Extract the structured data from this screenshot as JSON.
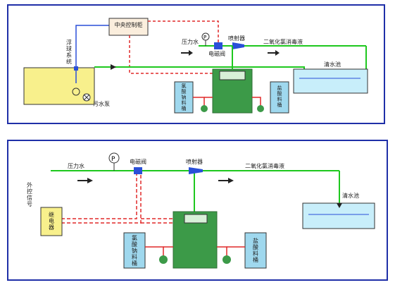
{
  "diagram_top": {
    "control_cabinet": "中央控制柜",
    "float_system": [
      "浮",
      "球",
      "系",
      "统"
    ],
    "sewage_pump": "污水泵",
    "pressure_water": "压力水",
    "solenoid_valve": "电磁阀",
    "ejector": "喷射器",
    "disinfectant": "二氧化氯消毒液",
    "clean_pool": "清水池",
    "sodium_chlorate_tank": [
      "氯",
      "酸",
      "钠",
      "料",
      "桶"
    ],
    "hydrochloric_acid_tank": [
      "盐",
      "酸",
      "料",
      "桶"
    ]
  },
  "diagram_bottom": {
    "external_signal": [
      "外",
      "控",
      "信",
      "号"
    ],
    "relay": [
      "继",
      "电",
      "器"
    ],
    "pressure_water": "压力水",
    "solenoid_valve": "电磁阀",
    "ejector": "喷射器",
    "disinfectant": "二氧化氯消毒液",
    "clean_pool": "清水池",
    "sodium_chlorate_tank": [
      "氯",
      "酸",
      "钠",
      "料",
      "桶"
    ],
    "hydrochloric_acid_tank": [
      "盐",
      "酸",
      "料",
      "桶"
    ]
  },
  "colors": {
    "border": "#1f2fa8",
    "pipe_green": "#1ec81e",
    "signal_red": "#e02828",
    "device_green": "#3c9a48",
    "tank_yellow": "#f8f08c",
    "pool_blue": "#c8eefa",
    "cabinet_fill": "#fbeedd",
    "water_line": "#2a4fd8"
  }
}
